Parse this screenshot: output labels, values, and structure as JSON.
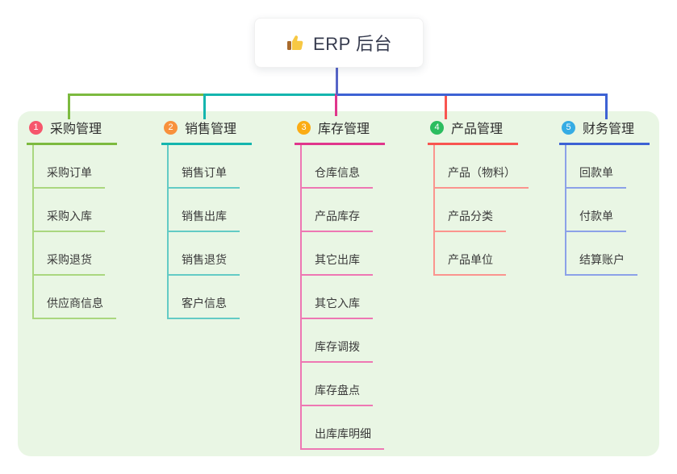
{
  "root": {
    "title": "ERP 后台",
    "icon": "thumbs-up-icon"
  },
  "branches": [
    {
      "index": "1",
      "label": "采购管理",
      "colors": {
        "badge": "#f6566c",
        "line": "#7cba3f",
        "child_line": "#aad77f"
      },
      "children": [
        "采购订单",
        "采购入库",
        "采购退货",
        "供应商信息"
      ]
    },
    {
      "index": "2",
      "label": "销售管理",
      "colors": {
        "badge": "#f8913c",
        "line": "#14b5ae",
        "child_line": "#63cbc5"
      },
      "children": [
        "销售订单",
        "销售出库",
        "销售退货",
        "客户信息"
      ]
    },
    {
      "index": "3",
      "label": "库存管理",
      "colors": {
        "badge": "#fbac14",
        "line": "#e0368c",
        "child_line": "#ee77b3"
      },
      "children": [
        "仓库信息",
        "产品库存",
        "其它出库",
        "其它入库",
        "库存调拨",
        "库存盘点",
        "出库库明细"
      ]
    },
    {
      "index": "4",
      "label": "产品管理",
      "colors": {
        "badge": "#2bbd5f",
        "line": "#f85550",
        "child_line": "#fb948e"
      },
      "children": [
        "产品（物料）",
        "产品分类",
        "产品单位"
      ]
    },
    {
      "index": "5",
      "label": "财务管理",
      "colors": {
        "badge": "#35ace4",
        "line": "#3d62d4",
        "child_line": "#8ca1e8"
      },
      "children": [
        "回款单",
        "付款单",
        "结算账户"
      ]
    }
  ],
  "colors": {
    "panel_bg": "#e9f6e4",
    "root_stem": "#5765c8",
    "canvas_bg": "#ffffff",
    "title_text": "#363b4e"
  }
}
